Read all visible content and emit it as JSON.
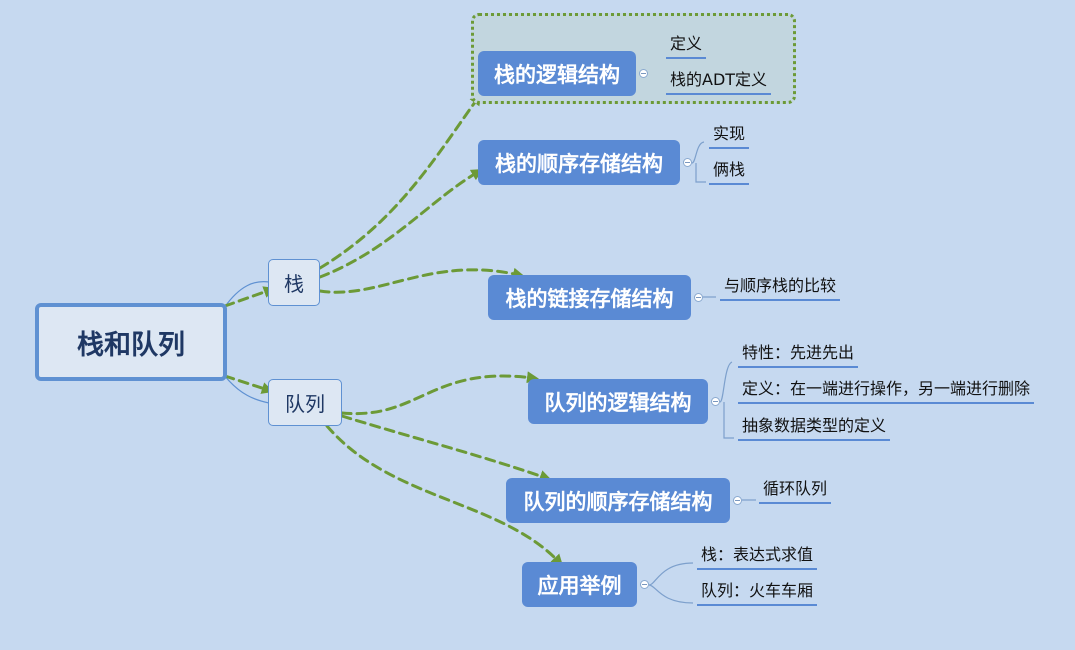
{
  "colors": {
    "background": "#c6d9f0",
    "edge": "#6c9a37",
    "node_fill": "#5a8ad4",
    "root_border": "#5f91d2",
    "leaf_underline": "#5a8ad4"
  },
  "root": {
    "label": "栈和队列"
  },
  "branches": [
    {
      "label": "栈",
      "children": [
        {
          "label": "栈的逻辑结构",
          "highlighted": true,
          "leaves": [
            "定义",
            "栈的ADT定义"
          ]
        },
        {
          "label": "栈的顺序存储结构",
          "leaves": [
            "实现",
            "俩栈"
          ]
        },
        {
          "label": "栈的链接存储结构",
          "leaves": [
            "与顺序栈的比较"
          ]
        }
      ]
    },
    {
      "label": "队列",
      "children": [
        {
          "label": "队列的逻辑结构",
          "leaves": [
            "特性：先进先出",
            "定义：在一端进行操作，另一端进行删除",
            "抽象数据类型的定义"
          ]
        },
        {
          "label": "队列的顺序存储结构",
          "leaves": [
            "循环队列"
          ]
        },
        {
          "label": "应用举例",
          "leaves": [
            "栈：表达式求值",
            "队列：火车车厢"
          ]
        }
      ]
    }
  ]
}
